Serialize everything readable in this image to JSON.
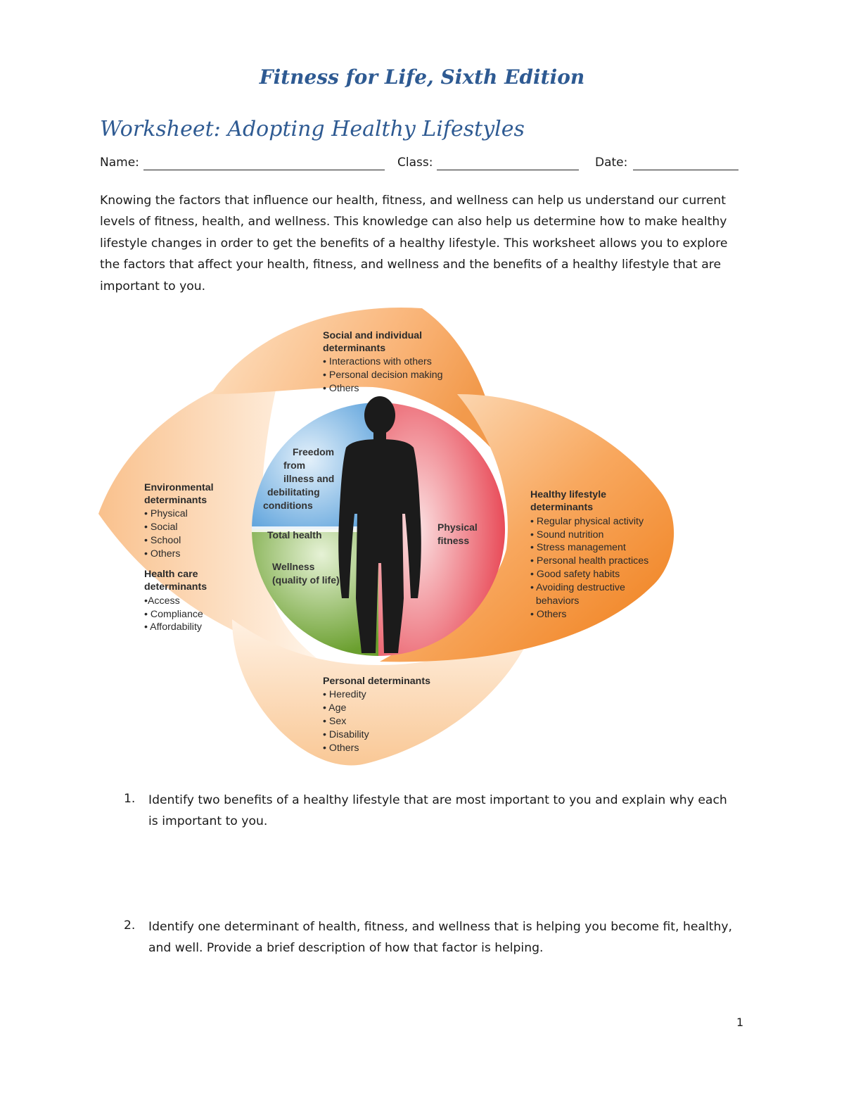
{
  "header": {
    "book_title": "Fitness for Life, Sixth Edition",
    "worksheet_title": "Worksheet: Adopting Healthy Lifestyles"
  },
  "fields": {
    "name_label": "Name:",
    "class_label": "Class:",
    "date_label": "Date:"
  },
  "intro": {
    "line1": "Knowing the factors that influence our health, fitness, and wellness can help us understand our current",
    "line2": "levels of fitness, health, and wellness. This knowledge can also help us determine how to make healthy",
    "line3": "lifestyle changes in order to get the benefits of a healthy lifestyle. This worksheet allows you to explore",
    "line4": "the factors that affect your health, fitness, and wellness and the benefits of a healthy lifestyle that are",
    "line5": "important to you."
  },
  "diagram": {
    "social": {
      "title1": "Social and individual",
      "title2": "determinants",
      "items": [
        "• Interactions with others",
        "• Personal decision making",
        "• Others"
      ]
    },
    "environmental": {
      "title1": "Environmental",
      "title2": "determinants",
      "items": [
        "• Physical",
        "• Social",
        "• School",
        "• Others"
      ]
    },
    "health_care": {
      "title1": "Health care",
      "title2": "determinants",
      "items": [
        "•Access",
        "• Compliance",
        "• Affordability"
      ]
    },
    "healthy_lifestyle": {
      "title1": "Healthy lifestyle",
      "title2": "determinants",
      "items": [
        "• Regular physical activity",
        "• Sound nutrition",
        "• Stress management",
        "• Personal health practices",
        "• Good safety habits",
        "• Avoiding destructive",
        "  behaviors",
        "• Others"
      ]
    },
    "personal": {
      "title": "Personal determinants",
      "items": [
        "• Heredity",
        "• Age",
        "• Sex",
        "• Disability",
        "• Others"
      ]
    },
    "circle": {
      "freedom": [
        "Freedom",
        "from",
        "illness and",
        "debilitating",
        "conditions"
      ],
      "total_health": "Total health",
      "wellness": [
        "Wellness",
        "(quality of life)"
      ],
      "physical_fitness": [
        "Physical",
        "fitness"
      ]
    },
    "colors": {
      "blue": "#7db3df",
      "green": "#7aa63a",
      "red": "#e8414e",
      "orange": "#f0821e",
      "light_orange": "#fbd3a8"
    }
  },
  "questions": [
    {
      "number": "1.",
      "line1": "Identify two benefits of a healthy lifestyle that are most important to you and explain why each",
      "line2": "is important to you."
    },
    {
      "number": "2.",
      "line1": "Identify one determinant of health, fitness, and wellness that is helping you become fit, healthy,",
      "line2": "and well. Provide a brief description of how that factor is helping."
    }
  ],
  "page_number": "1"
}
